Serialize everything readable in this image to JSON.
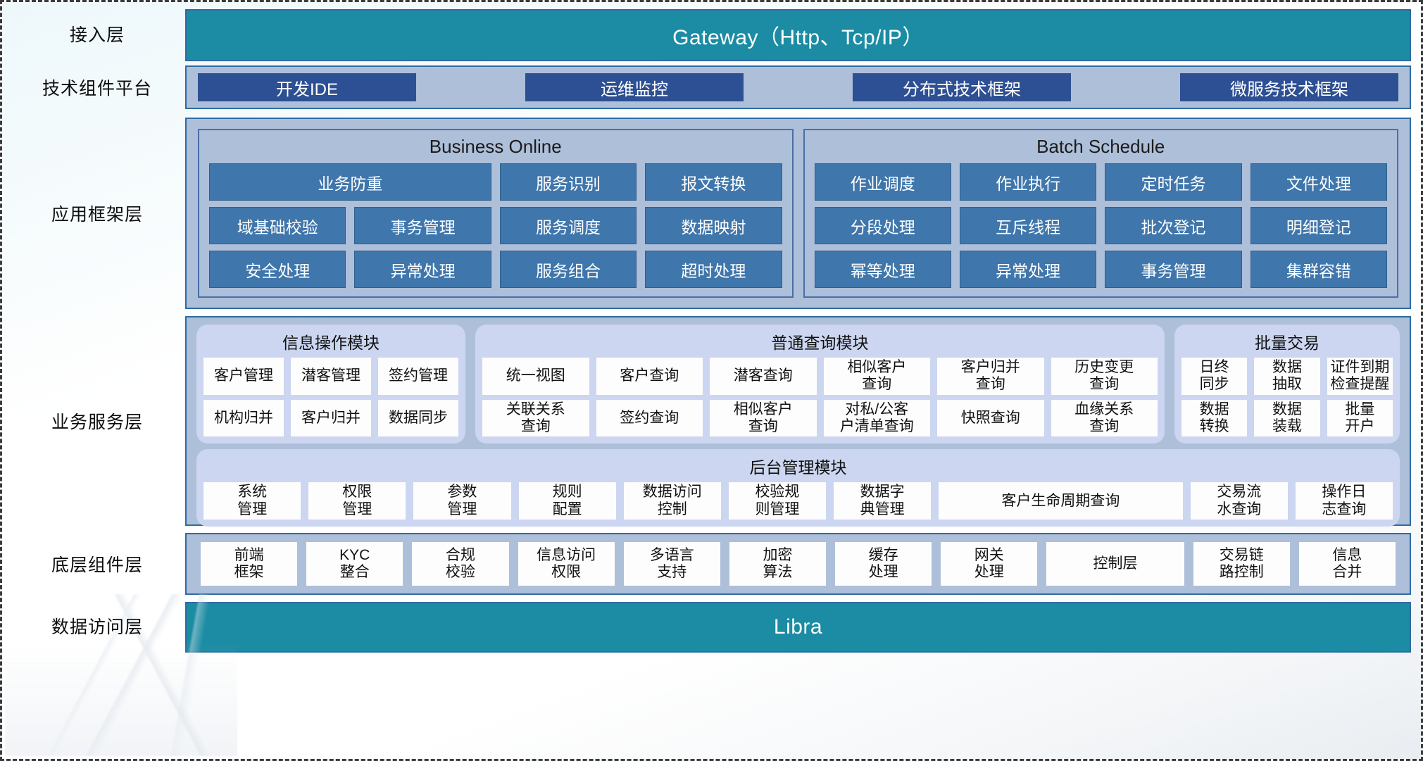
{
  "layers": {
    "access": {
      "label": "接入层",
      "bar_text": "Gateway（Http、Tcp/IP）"
    },
    "tech_platform": {
      "label": "技术组件平台",
      "items": [
        "开发IDE",
        "运维监控",
        "分布式技术框架",
        "微服务技术框架"
      ]
    },
    "app_framework": {
      "label": "应用框架层",
      "groups": [
        {
          "title": "Business Online",
          "cells": [
            "业务防重",
            "服务识别",
            "报文转换",
            "域基础校验",
            "事务管理",
            "服务调度",
            "数据映射",
            "安全处理",
            "异常处理",
            "服务组合",
            "超时处理"
          ]
        },
        {
          "title": "Batch Schedule",
          "cells": [
            "作业调度",
            "作业执行",
            "定时任务",
            "文件处理",
            "分段处理",
            "互斥线程",
            "批次登记",
            "明细登记",
            "幂等处理",
            "异常处理",
            "事务管理",
            "集群容错"
          ]
        }
      ]
    },
    "business_service": {
      "label": "业务服务层",
      "info_module": {
        "title": "信息操作模块",
        "cells": [
          "客户管理",
          "潜客管理",
          "签约管理",
          "机构归并",
          "客户归并",
          "数据同步"
        ]
      },
      "query_module": {
        "title": "普通查询模块",
        "cells": [
          "统一视图",
          "客户查询",
          "潜客查询",
          "相似客户\n查询",
          "客户归并\n查询",
          "历史变更\n查询",
          "关联关系\n查询",
          "签约查询",
          "相似客户\n查询",
          "对私/公客\n户清单查询",
          "快照查询",
          "血缘关系\n查询"
        ]
      },
      "batch_module": {
        "title": "批量交易",
        "cells": [
          "日终\n同步",
          "数据\n抽取",
          "证件到期\n检查提醒",
          "数据\n转换",
          "数据\n装载",
          "批量\n开户"
        ]
      },
      "admin_module": {
        "title": "后台管理模块",
        "cells": [
          "系统\n管理",
          "权限\n管理",
          "参数\n管理",
          "规则\n配置",
          "数据访问\n控制",
          "校验规\n则管理",
          "数据字\n典管理",
          "客户生命周期查询",
          "交易流\n水查询",
          "操作日\n志查询"
        ],
        "wide_cell_index": 7
      }
    },
    "base_component": {
      "label": "底层组件层",
      "cells": [
        "前端\n框架",
        "KYC\n整合",
        "合规\n校验",
        "信息访问\n权限",
        "多语言\n支持",
        "加密\n算法",
        "缓存\n处理",
        "网关\n处理",
        "控制层",
        "交易链\n路控制",
        "信息\n合并"
      ],
      "wide_cell_index": 8
    },
    "data_access": {
      "label": "数据访问层",
      "bar_text": "Libra"
    }
  },
  "colors": {
    "teal": "#1b8ca3",
    "container_blue": "#aebfda",
    "tech_button": "#2d4f93",
    "framework_cell": "#3f76ab",
    "sub_panel": "#ccd6f0",
    "white_cell": "#fdfdfd",
    "border_blue": "#2e6ca4"
  }
}
